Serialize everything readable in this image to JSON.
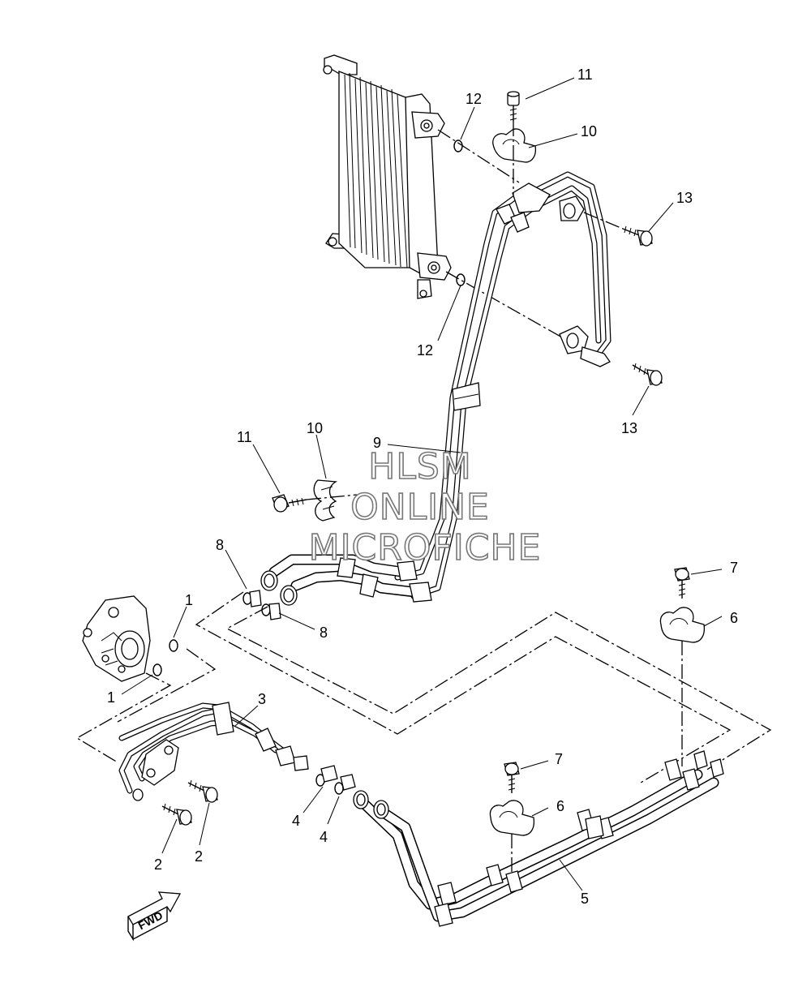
{
  "callouts": {
    "c1a": "1",
    "c1b": "1",
    "c2a": "2",
    "c2b": "2",
    "c3": "3",
    "c4a": "4",
    "c4b": "4",
    "c5": "5",
    "c6a": "6",
    "c6b": "6",
    "c7a": "7",
    "c7b": "7",
    "c8a": "8",
    "c8b": "8",
    "c9": "9",
    "c10a": "10",
    "c10b": "10",
    "c11a": "11",
    "c11b": "11",
    "c12a": "12",
    "c12b": "12",
    "c13a": "13",
    "c13b": "13"
  },
  "watermark": {
    "line1": "HLSM",
    "line2": "ONLINE",
    "line3": "MICROFICHE"
  },
  "fwd_label": "FWD"
}
